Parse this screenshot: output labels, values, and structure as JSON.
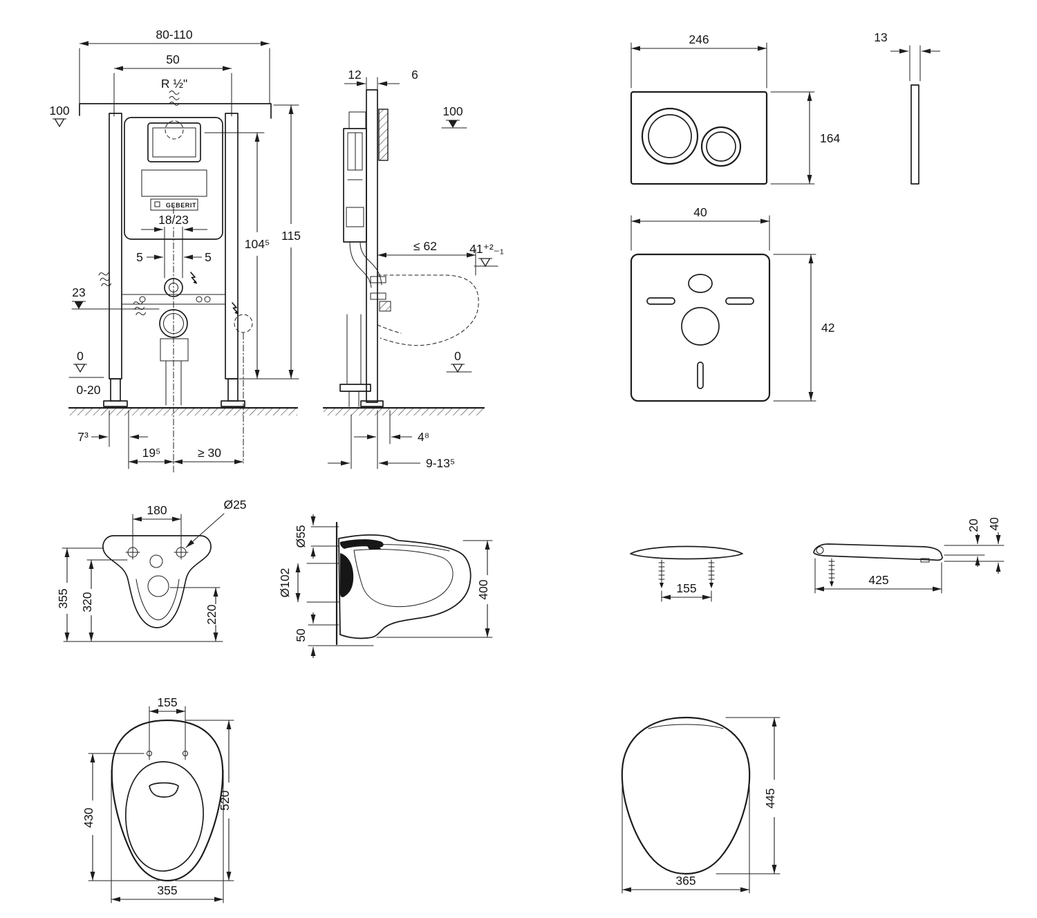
{
  "frame_front": {
    "width_range": "80-110",
    "top_width": "50",
    "thread": "R ½\"",
    "datum_top": "100",
    "total_height": "115",
    "flush_height": "104⁵",
    "flush_opening": "18/23",
    "offset_left": "5",
    "offset_right": "5",
    "water_height": "23",
    "floor_datum": "0",
    "floor_range": "0-20",
    "wall_offset": "7³",
    "drain_offset": "19⁵",
    "drain_clearance": "≥ 30",
    "brand": "GEBERIT"
  },
  "frame_side": {
    "rail_depth": "12",
    "plate_gap": "6",
    "datum_top": "100",
    "depth_max": "≤ 62",
    "seat_height": "41⁺²₋₁",
    "floor_datum": "0",
    "pipe_offset": "4⁸",
    "depth_range": "9-13⁵"
  },
  "flush_plate": {
    "width": "246",
    "height": "164",
    "thickness": "13"
  },
  "sound_pad": {
    "width": "40",
    "height": "42"
  },
  "bowl_front": {
    "hole_spacing": "180",
    "hole_dia": "Ø25",
    "height_total": "355",
    "height_inner": "320",
    "height_lower": "220"
  },
  "bowl_side": {
    "inlet_dia": "Ø55",
    "outlet_dia": "Ø102",
    "depth": "400",
    "gap": "50"
  },
  "seat_front": {
    "hinge_spacing": "155"
  },
  "seat_side": {
    "length": "425",
    "thickness": "20",
    "height": "40"
  },
  "bowl_top": {
    "hole_spacing": "155",
    "inner_length": "430",
    "length": "520",
    "width": "355"
  },
  "seat_top": {
    "length": "445",
    "width": "365"
  }
}
